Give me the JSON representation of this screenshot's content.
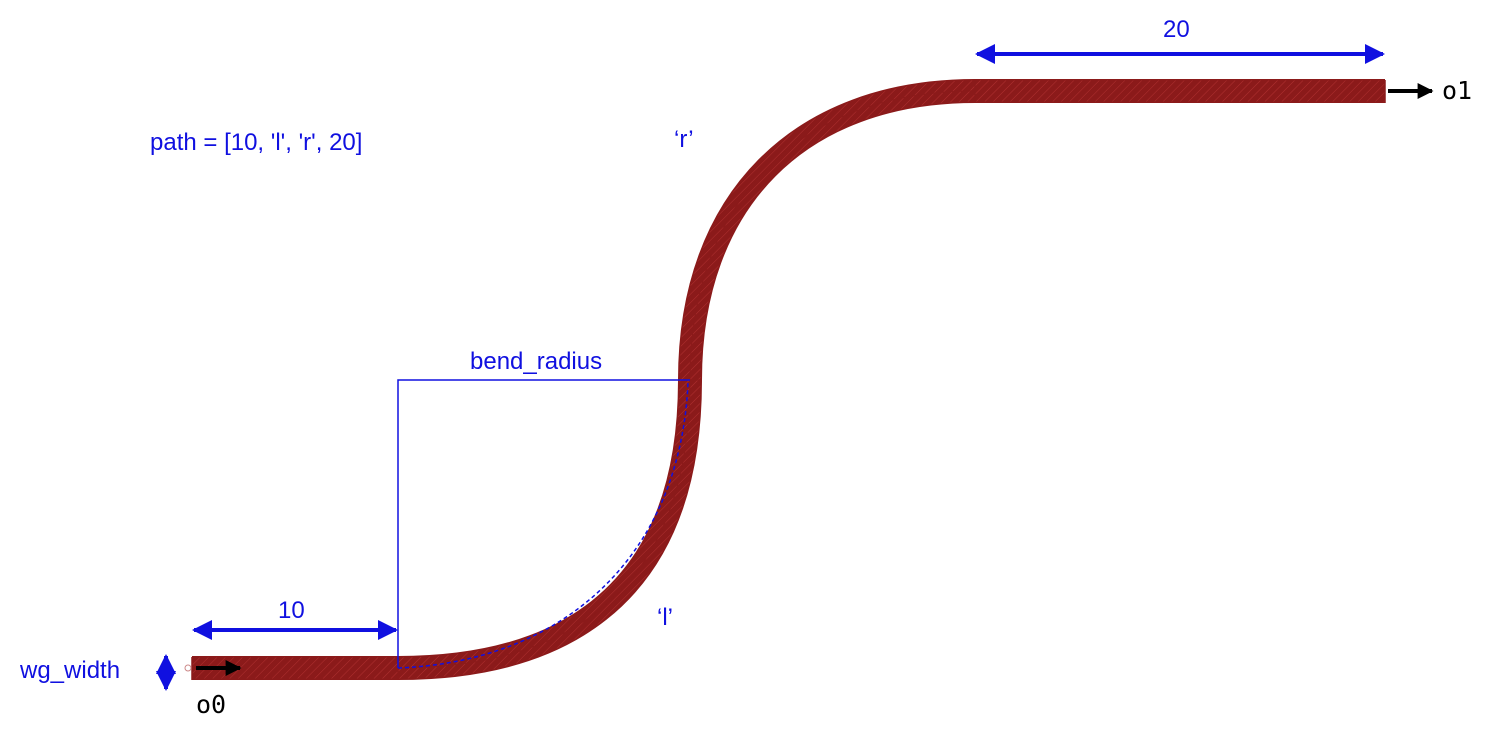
{
  "diagram": {
    "path_expression": "path = [10, 'l', 'r', 20]",
    "labels": {
      "straight_in_length": "10",
      "straight_out_length": "20",
      "left_bend": "‘l’",
      "right_bend": "‘r’",
      "bend_radius": "bend_radius",
      "wg_width": "wg_width"
    },
    "ports": {
      "input": "o0",
      "output": "o1"
    },
    "colors": {
      "annotation": "#1010e0",
      "waveguide_outline": "#8b1a1a",
      "waveguide_hatch": "#b03030",
      "port_arrow": "#000000"
    }
  }
}
